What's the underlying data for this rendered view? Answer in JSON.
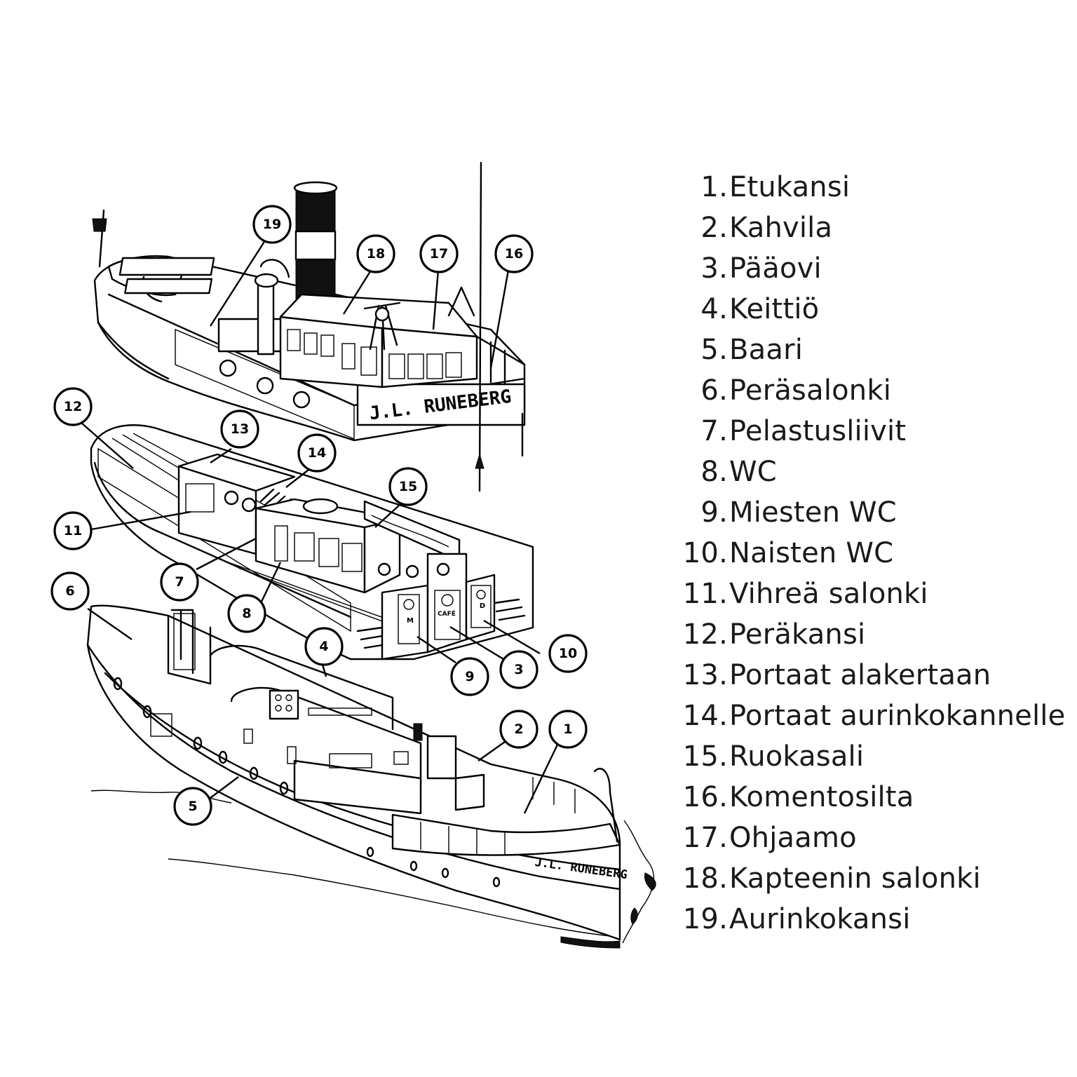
{
  "hull_name": "J.L. RUNEBERG",
  "legend": [
    {
      "n": "1.",
      "label": "Etukansi"
    },
    {
      "n": "2.",
      "label": "Kahvila"
    },
    {
      "n": "3.",
      "label": "Pääovi"
    },
    {
      "n": "4.",
      "label": "Keittiö"
    },
    {
      "n": "5.",
      "label": "Baari"
    },
    {
      "n": "6.",
      "label": "Peräsalonki"
    },
    {
      "n": "7.",
      "label": "Pelastusliivit"
    },
    {
      "n": "8.",
      "label": "WC"
    },
    {
      "n": "9.",
      "label": "Miesten WC"
    },
    {
      "n": "10.",
      "label": "Naisten WC"
    },
    {
      "n": "11.",
      "label": "Vihreä salonki"
    },
    {
      "n": "12.",
      "label": "Peräkansi"
    },
    {
      "n": "13.",
      "label": "Portaat alakertaan"
    },
    {
      "n": "14.",
      "label": "Portaat aurinkokannelle"
    },
    {
      "n": "15.",
      "label": "Ruokasali"
    },
    {
      "n": "16.",
      "label": "Komentosilta"
    },
    {
      "n": "17.",
      "label": "Ohjaamo"
    },
    {
      "n": "18.",
      "label": "Kapteenin salonki"
    },
    {
      "n": "19.",
      "label": "Aurinkokansi"
    }
  ],
  "callouts": [
    "1",
    "2",
    "3",
    "4",
    "5",
    "6",
    "7",
    "8",
    "9",
    "10",
    "11",
    "12",
    "13",
    "14",
    "15",
    "16",
    "17",
    "18",
    "19"
  ],
  "door_labels": {
    "men": "M",
    "cafe": "CAFÉ",
    "women": "D"
  }
}
